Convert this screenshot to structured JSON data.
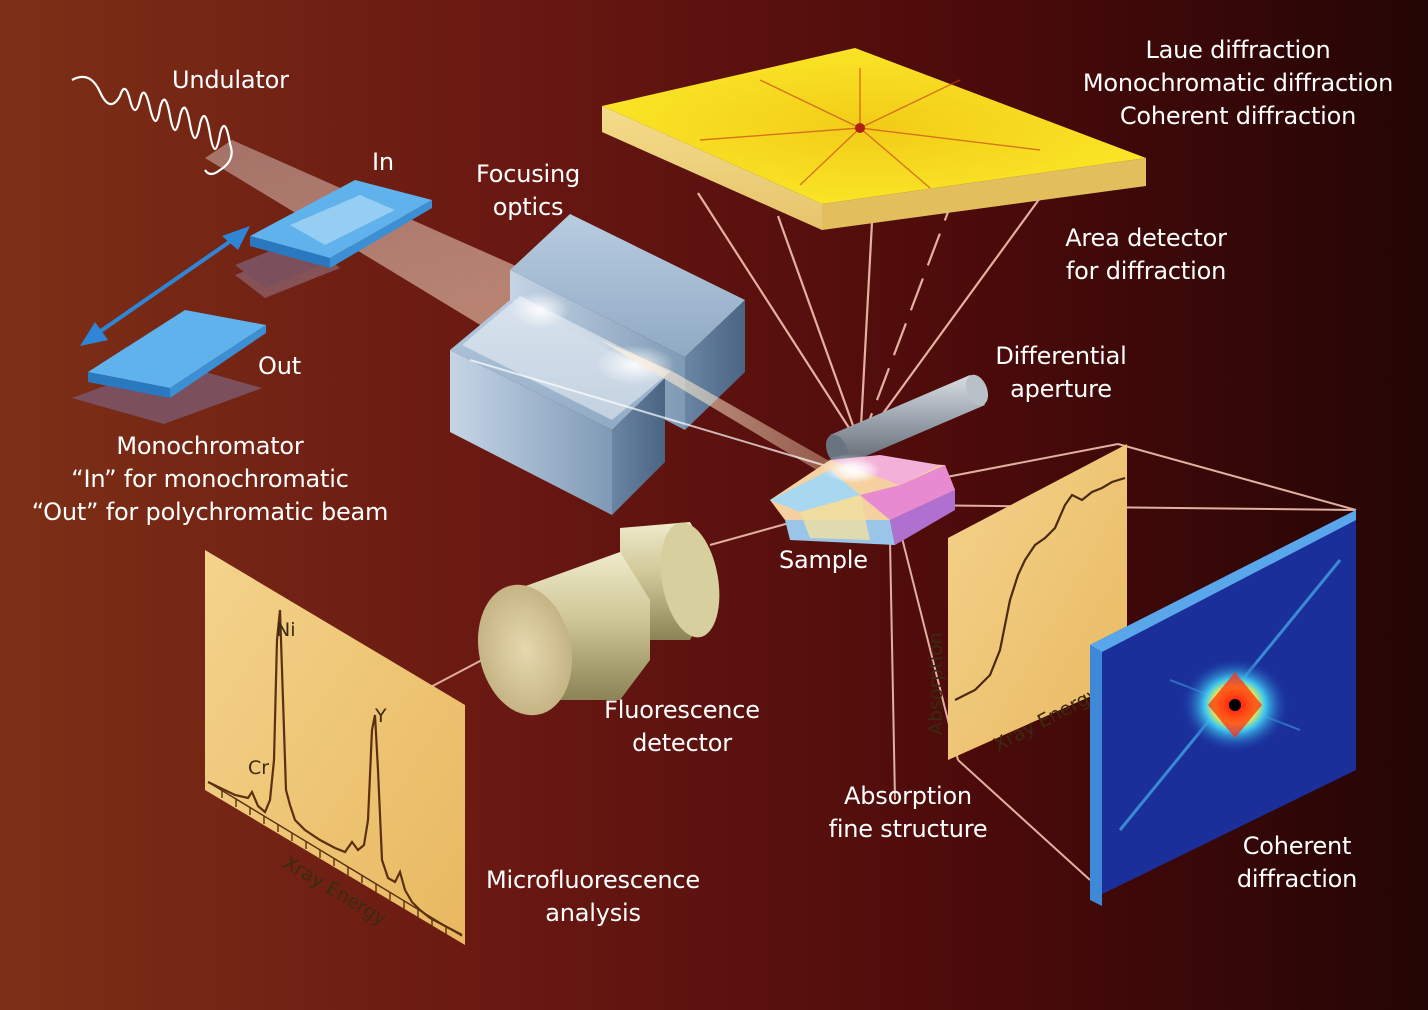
{
  "labels": {
    "undulator": "Undulator",
    "mono_in": "In",
    "mono_out": "Out",
    "monochromator": [
      "Monochromator",
      "“In” for monochromatic",
      "“Out” for polychromatic beam"
    ],
    "focusing_optics": [
      "Focusing",
      "optics"
    ],
    "diffraction_modes": [
      "Laue diffraction",
      "Monochromatic diffraction",
      "Coherent diffraction"
    ],
    "area_detector": [
      "Area detector",
      "for diffraction"
    ],
    "differential_aperture": [
      "Differential",
      "aperture"
    ],
    "sample": "Sample",
    "fluorescence_detector": [
      "Fluorescence",
      "detector"
    ],
    "microfluorescence": [
      "Microfluorescence",
      "analysis"
    ],
    "absorption_fine_structure": [
      "Absorption",
      "fine structure"
    ],
    "coherent_diffraction": [
      "Coherent",
      "diffraction"
    ]
  },
  "fluorescence_plot": {
    "peaks": [
      "Cr",
      "Ni",
      "Y"
    ],
    "xlabel": "Xray Energy"
  },
  "absorption_plot": {
    "ylabel": "Absorption",
    "xlabel": "Xray Energy"
  },
  "colors": {
    "background_left": "#7a2c14",
    "background_center": "#5c0f0f",
    "background_right": "#2a0606",
    "detector_yellow": "#f5e020",
    "crystal_blue": "#4aa6e8",
    "coherent_blue": "#1a2fa0",
    "plot_panel": "#f2c870",
    "text": "#ffffff"
  }
}
